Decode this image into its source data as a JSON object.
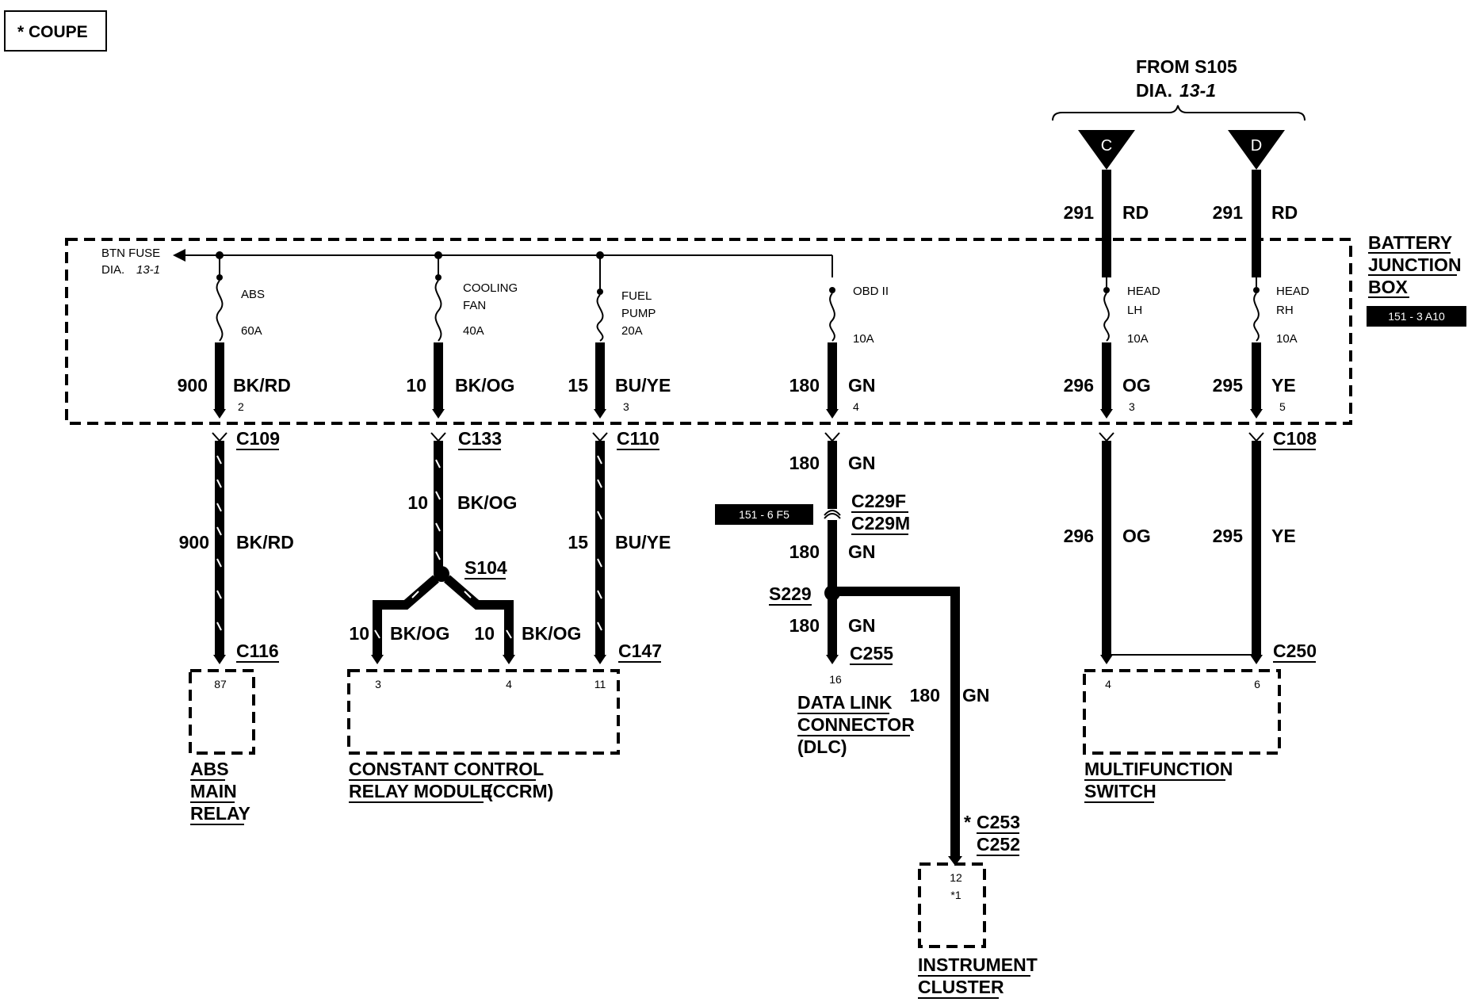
{
  "legend": {
    "label": "* COUPE"
  },
  "source": {
    "line1": "FROM S105",
    "line2_prefix": "DIA.",
    "line2_ref": "13-1"
  },
  "connectors_top": {
    "c": "C",
    "d": "D"
  },
  "box": {
    "name_lines": [
      "BATTERY",
      "JUNCTION",
      "BOX"
    ],
    "ref": "151 - 3 A10",
    "btn_fuse": "BTN FUSE",
    "btn_dia": "DIA.",
    "btn_dia_ref": "13-1"
  },
  "fuses": [
    {
      "name_lines": [
        "ABS"
      ],
      "rating": "60A",
      "circuit": "900",
      "color": "BK/RD",
      "pin": "2",
      "connector": "C109"
    },
    {
      "name_lines": [
        "COOLING",
        "FAN"
      ],
      "rating": "40A",
      "circuit": "10",
      "color": "BK/OG",
      "pin": "",
      "connector": "C133"
    },
    {
      "name_lines": [
        "FUEL",
        "PUMP"
      ],
      "rating": "20A",
      "circuit": "15",
      "color": "BU/YE",
      "pin": "3",
      "connector": "C110"
    },
    {
      "name_lines": [
        "OBD II"
      ],
      "rating": "10A",
      "circuit": "180",
      "color": "GN",
      "pin": "4",
      "connector": ""
    },
    {
      "name_lines": [
        "HEAD",
        "LH"
      ],
      "rating": "10A",
      "circuit": "296",
      "color": "OG",
      "pin": "3",
      "connector": "",
      "feed_circuit": "291",
      "feed_color": "RD"
    },
    {
      "name_lines": [
        "HEAD",
        "RH"
      ],
      "rating": "10A",
      "circuit": "295",
      "color": "YE",
      "pin": "5",
      "connector": "C108",
      "feed_circuit": "291",
      "feed_color": "RD"
    }
  ],
  "wires": {
    "abs": {
      "circuit": "900",
      "color": "BK/RD",
      "end_connector": "C116"
    },
    "ccrm_trunk": {
      "circuit": "10",
      "color": "BK/OG",
      "splice": "S104"
    },
    "ccrm_left": {
      "circuit": "10",
      "color": "BK/OG"
    },
    "ccrm_right": {
      "circuit": "10",
      "color": "BK/OG"
    },
    "fuel": {
      "circuit": "15",
      "color": "BU/YE",
      "end_connector": "C147"
    },
    "dlc_upper": {
      "circuit": "180",
      "color": "GN",
      "inline_f": "C229F",
      "inline_m": "C229M",
      "ref": "151 - 6 F5"
    },
    "dlc_mid": {
      "circuit": "180",
      "color": "GN",
      "splice": "S229"
    },
    "dlc_lower": {
      "circuit": "180",
      "color": "GN",
      "end_connector": "C255",
      "pin": "16"
    },
    "cluster": {
      "circuit": "180",
      "color": "GN",
      "star": "*",
      "conn_a": "C253",
      "conn_b": "C252"
    },
    "og": {
      "circuit": "296",
      "color": "OG"
    },
    "ye": {
      "circuit": "295",
      "color": "YE",
      "end_connector": "C250"
    }
  },
  "components": {
    "abs_relay": {
      "pin": "87",
      "name_lines": [
        "ABS",
        "MAIN",
        "RELAY"
      ]
    },
    "ccrm": {
      "pins": [
        "3",
        "4",
        "11"
      ],
      "name_lines": [
        "CONSTANT CONTROL",
        "RELAY MODULE"
      ],
      "suffix": "(CCRM)"
    },
    "dlc": {
      "name_lines": [
        "DATA LINK",
        "CONNECTOR"
      ],
      "suffix": "(DLC)"
    },
    "cluster": {
      "pin": "12",
      "pin2": "*1",
      "name_lines": [
        "INSTRUMENT",
        "CLUSTER"
      ]
    },
    "mfs": {
      "pins": [
        "4",
        "6"
      ],
      "name_lines": [
        "MULTIFUNCTION",
        "SWITCH"
      ]
    }
  }
}
